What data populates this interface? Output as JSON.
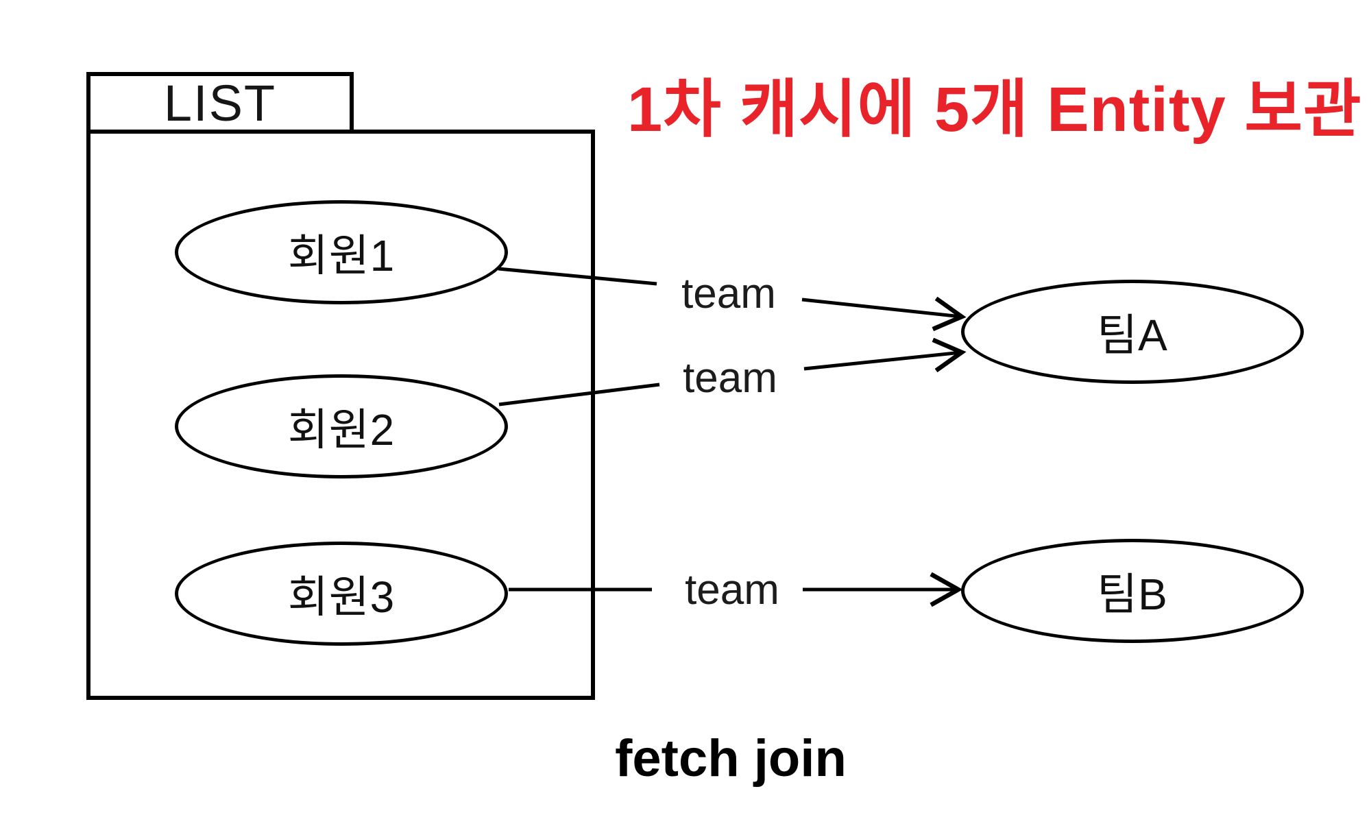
{
  "note": {
    "text": "1차 캐시에 5개 Entity 보관",
    "color": "#e8232a"
  },
  "list_container": {
    "label": "LIST"
  },
  "members": [
    {
      "label": "회원1"
    },
    {
      "label": "회원2"
    },
    {
      "label": "회원3"
    }
  ],
  "teams": [
    {
      "label": "팀A"
    },
    {
      "label": "팀B"
    }
  ],
  "edges": [
    {
      "label": "team",
      "from": "회원1",
      "to": "팀A"
    },
    {
      "label": "team",
      "from": "회원2",
      "to": "팀A"
    },
    {
      "label": "team",
      "from": "회원3",
      "to": "팀B"
    }
  ],
  "caption": {
    "text": "fetch join"
  },
  "colors": {
    "line": "#000000",
    "background": "#ffffff",
    "note_red": "#e8232a"
  }
}
